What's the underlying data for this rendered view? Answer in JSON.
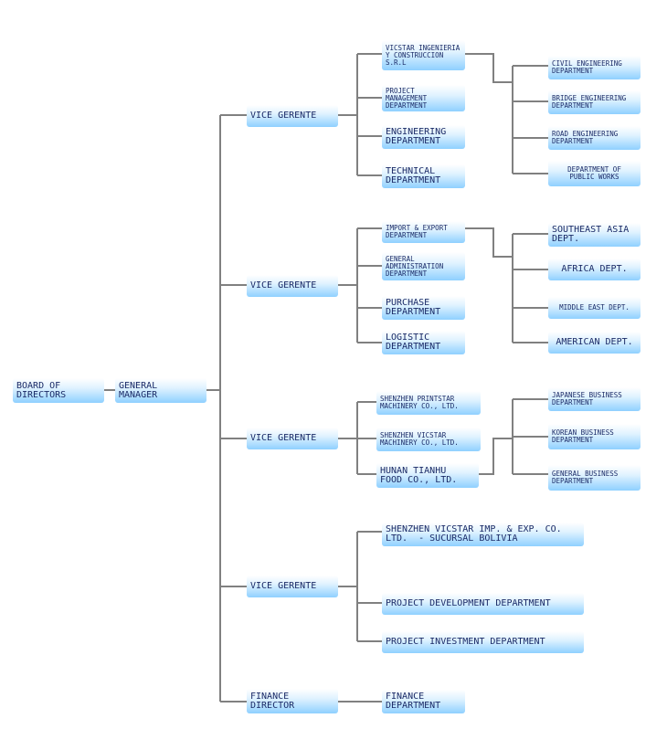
{
  "board": "BOARD OF\nDIRECTORS",
  "gm": "GENERAL\nMANAGER",
  "vp1": {
    "label": "VICE GERENTE",
    "subs": [
      "VICSTAR INGENIERIA\nY CONSTRUCCION\nS.R.L",
      "PROJECT\nMANAGEMENT\nDEPARTMENT",
      "ENGINEERING\nDEPARTMENT",
      "TECHNICAL\nDEPARTMENT"
    ],
    "depts": [
      "CIVIL ENGINEERING\nDEPARTMENT",
      "BRIDGE ENGINEERING\nDEPARTMENT",
      "ROAD ENGINEERING\nDEPARTMENT",
      "DEPARTMENT OF\nPUBLIC WORKS"
    ]
  },
  "vp2": {
    "label": "VICE GERENTE",
    "subs": [
      "IMPORT & EXPORT\nDEPARTMENT",
      "GENERAL\nADMINISTRATION\nDEPARTMENT",
      "PURCHASE\nDEPARTMENT",
      "LOGISTIC\nDEPARTMENT"
    ],
    "depts": [
      "SOUTHEAST ASIA\nDEPT.",
      "AFRICA DEPT.",
      "MIDDLE EAST DEPT.",
      "AMERICAN DEPT."
    ]
  },
  "vp3": {
    "label": "VICE GERENTE",
    "subs": [
      "SHENZHEN PRINTSTAR\nMACHINERY CO., LTD.",
      "SHENZHEN VICSTAR\nMACHINERY CO., LTD.",
      "HUNAN TIANHU\nFOOD CO., LTD."
    ],
    "depts": [
      "JAPANESE BUSINESS\nDEPARTMENT",
      "KOREAN BUSINESS\nDEPARTMENT",
      "GENERAL BUSINESS\nDEPARTMENT"
    ]
  },
  "vp4": {
    "label": "VICE GERENTE",
    "subs": [
      "SHENZHEN VICSTAR IMP. & EXP. CO.\nLTD.  - SUCURSAL BOLIVIA",
      "PROJECT DEVELOPMENT DEPARTMENT",
      "PROJECT INVESTMENT DEPARTMENT"
    ]
  },
  "finance_director": "FINANCE\nDIRECTOR",
  "finance_dept": "FINANCE\nDEPARTMENT"
}
